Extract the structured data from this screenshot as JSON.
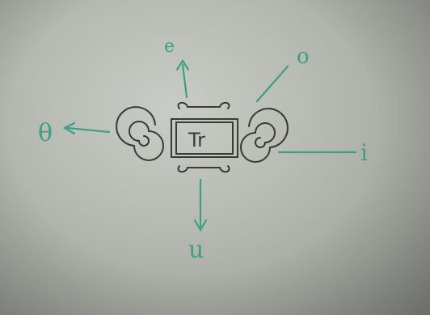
{
  "image": {
    "center_symbol": "Tr",
    "labels": {
      "top_left": "e",
      "top_right": "o",
      "left": "θ",
      "right": "i",
      "bottom": "u"
    },
    "colors": {
      "board": "#b7bab3",
      "marker_green": "#3d9f86",
      "marker_black": "#3a3a36"
    }
  }
}
